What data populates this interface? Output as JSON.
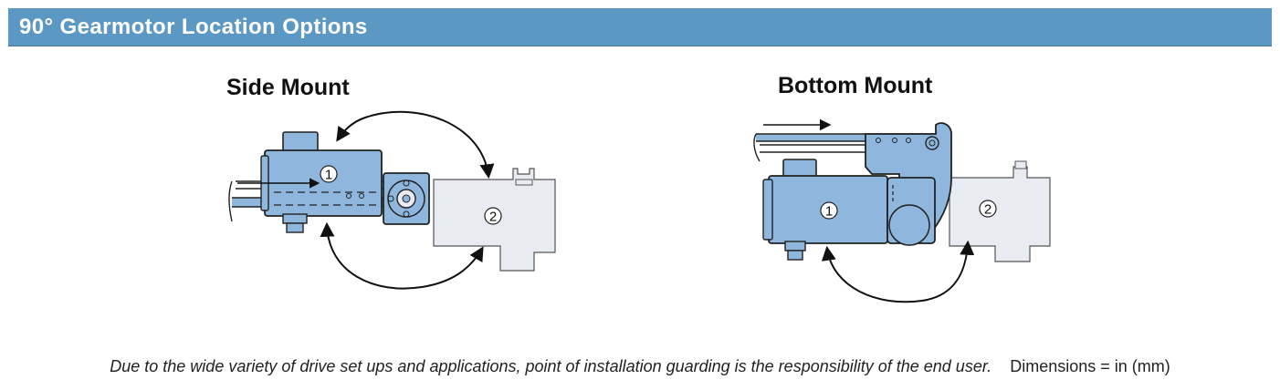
{
  "header": {
    "title": "90° Gearmotor Location Options",
    "background_color": "#5b98c4"
  },
  "diagrams": {
    "side": {
      "label": "Side Mount",
      "position_1": "1",
      "position_2": "2"
    },
    "bottom": {
      "label": "Bottom Mount",
      "position_1": "1",
      "position_2": "2"
    }
  },
  "footnote": {
    "note": "Due to the wide variety of drive set ups and applications, point of installation guarding is the responsibility of the end user.",
    "dimensions": "Dimensions = in (mm)"
  },
  "colors": {
    "motor_fill": "#8fb6dc",
    "ghost_fill": "#e8ebf1",
    "outline": "#222222"
  }
}
